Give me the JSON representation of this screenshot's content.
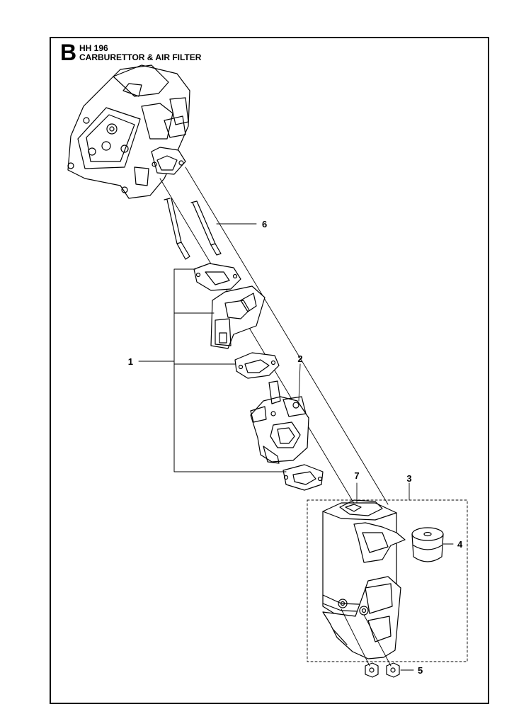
{
  "header": {
    "section_letter": "B",
    "model": "HH 196",
    "title": "CARBURETTOR & AIR FILTER"
  },
  "callouts": [
    {
      "id": "1",
      "label": "1"
    },
    {
      "id": "2",
      "label": "2"
    },
    {
      "id": "3",
      "label": "3"
    },
    {
      "id": "4",
      "label": "4"
    },
    {
      "id": "5",
      "label": "5"
    },
    {
      "id": "6",
      "label": "6"
    },
    {
      "id": "7",
      "label": "7"
    }
  ]
}
